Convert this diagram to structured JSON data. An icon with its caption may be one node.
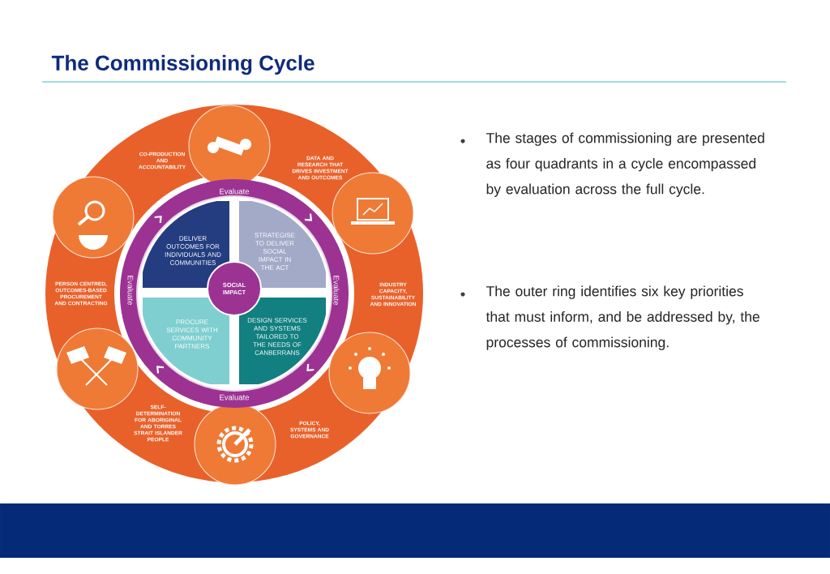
{
  "diagram": {
    "title": "The Commissioning Cycle",
    "nodes": [
      {
        "text": [
          "CO-PRODUCTION AND ACCOUNTABILITY",
          "DATA AND RESEARCH THAT DRIVES INVESTMENT AND OUTCOMES",
          "PERSON CENTRED, OUTCOMES-BASED PROCUREMENT AND CONTRACTING",
          "INDUSTRY CAPACITY, SUSTAINABILITY AND INNOVATION",
          "SELF-DETERMINATION FOR ABORIGINAL AND TORRES STRAIT ISLANDER PEOPLE",
          "POLICY, SYSTEMS AND GOVERNANCE"
        ]
      },
      {
        "text": [
          "Evaluate",
          "Evaluate",
          "Evaluate",
          "Evaluate"
        ],
        "in": 0
      },
      {
        "text": [
          "DELIVER OUTCOMES FOR INDIVIDUALS AND COMMUNITIES"
        ],
        "in": 1
      },
      {
        "text": [
          "STRATEGISE TO DELIVER SOCIAL IMPACT IN THE ACT"
        ],
        "in": 1
      },
      {
        "text": [
          "PROCURE SERVICES WITH COMMUNITY PARTNERS"
        ],
        "in": 1
      },
      {
        "text": [
          "DESIGN SERVICES AND SYSTEMS TAILORED TO THE NEEDS OF CANBERRANS"
        ],
        "in": 1
      },
      {
        "text": [
          "SOCIAL IMPACT"
        ],
        "in": 1
      }
    ],
    "labels": [
      "The stages of commissioning are presented as four quadrants in a cycle encompassed by evaluation across the full cycle.",
      "The outer ring identifies six key priorities that must inform, and be addressed by, the processes of commissioning."
    ]
  }
}
